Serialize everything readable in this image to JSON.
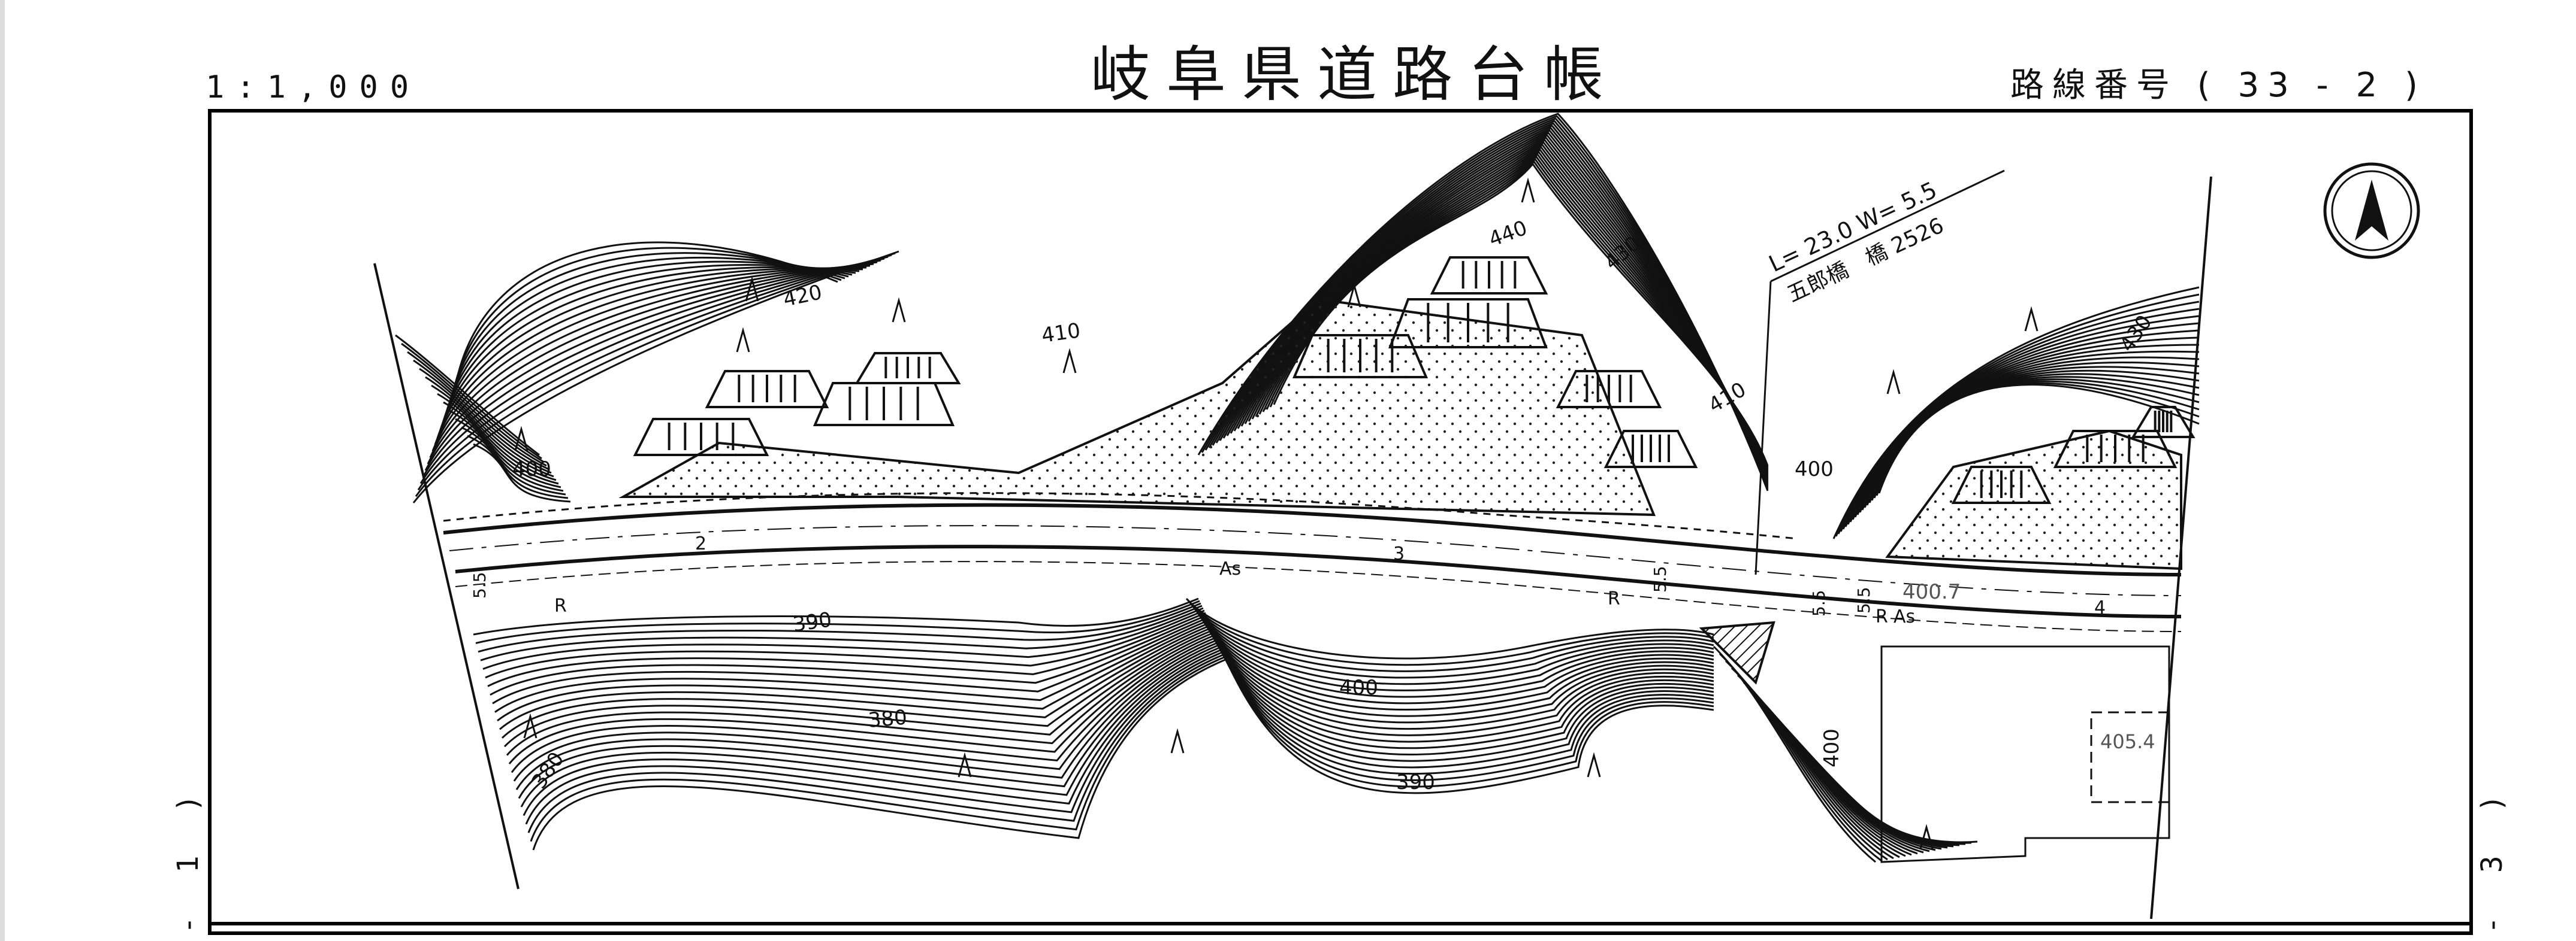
{
  "header": {
    "scale": "1:1,000",
    "title": "岐阜県道路台帳",
    "route_number": "路線番号 ( 33 - 2 )"
  },
  "side_labels": {
    "left": "- 1 )",
    "right": "- 3 )"
  },
  "map": {
    "bridge_note": "L= 23.0  W= 5.5",
    "bridge_name": "五郎橋　橋 2526",
    "contour_labels": [
      "420",
      "410",
      "440",
      "430",
      "410",
      "400",
      "430",
      "400",
      "390",
      "380",
      "380",
      "400",
      "390",
      "400"
    ],
    "road_labels": [
      "As",
      "As",
      "R",
      "R",
      "R",
      "5.5",
      "5.5",
      "5.5",
      "5.5",
      "2",
      "3",
      "4"
    ],
    "spot_heights": [
      "400.7",
      "405.4"
    ]
  },
  "colors": {
    "ink": "#111111",
    "paper": "#ffffff"
  }
}
